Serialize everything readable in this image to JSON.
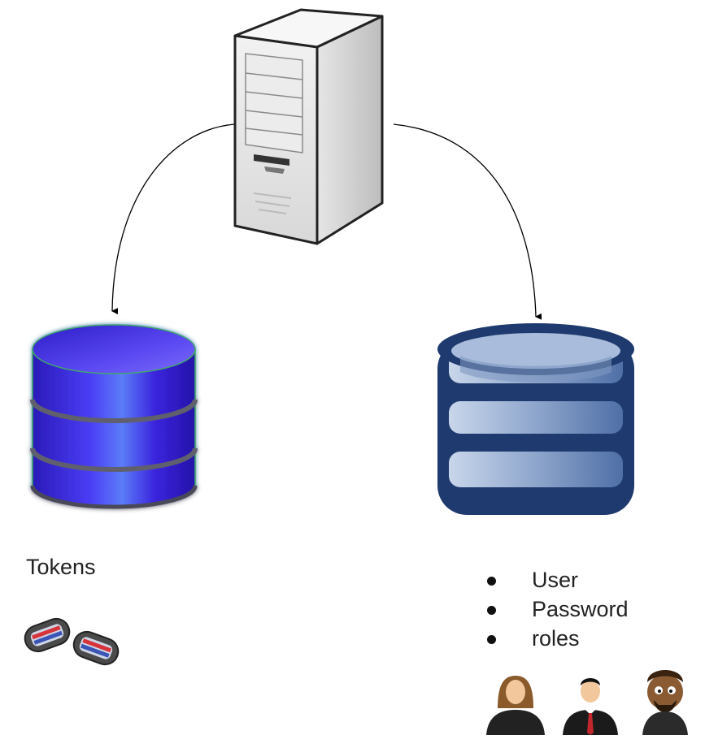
{
  "tokens_label": "Tokens",
  "user_store_fields": [
    "User",
    "Password",
    "roles"
  ],
  "icons": {
    "server": "server-icon",
    "token_db": "token-database-icon",
    "user_db": "user-database-icon",
    "tokens": "token-keyfob-icon",
    "users": [
      "user-woman-icon",
      "user-businessman-icon",
      "user-bearded-icon"
    ]
  },
  "colors": {
    "token_db": "#4a2be8",
    "user_db": "#1f3a6e",
    "connector": "#000000"
  }
}
